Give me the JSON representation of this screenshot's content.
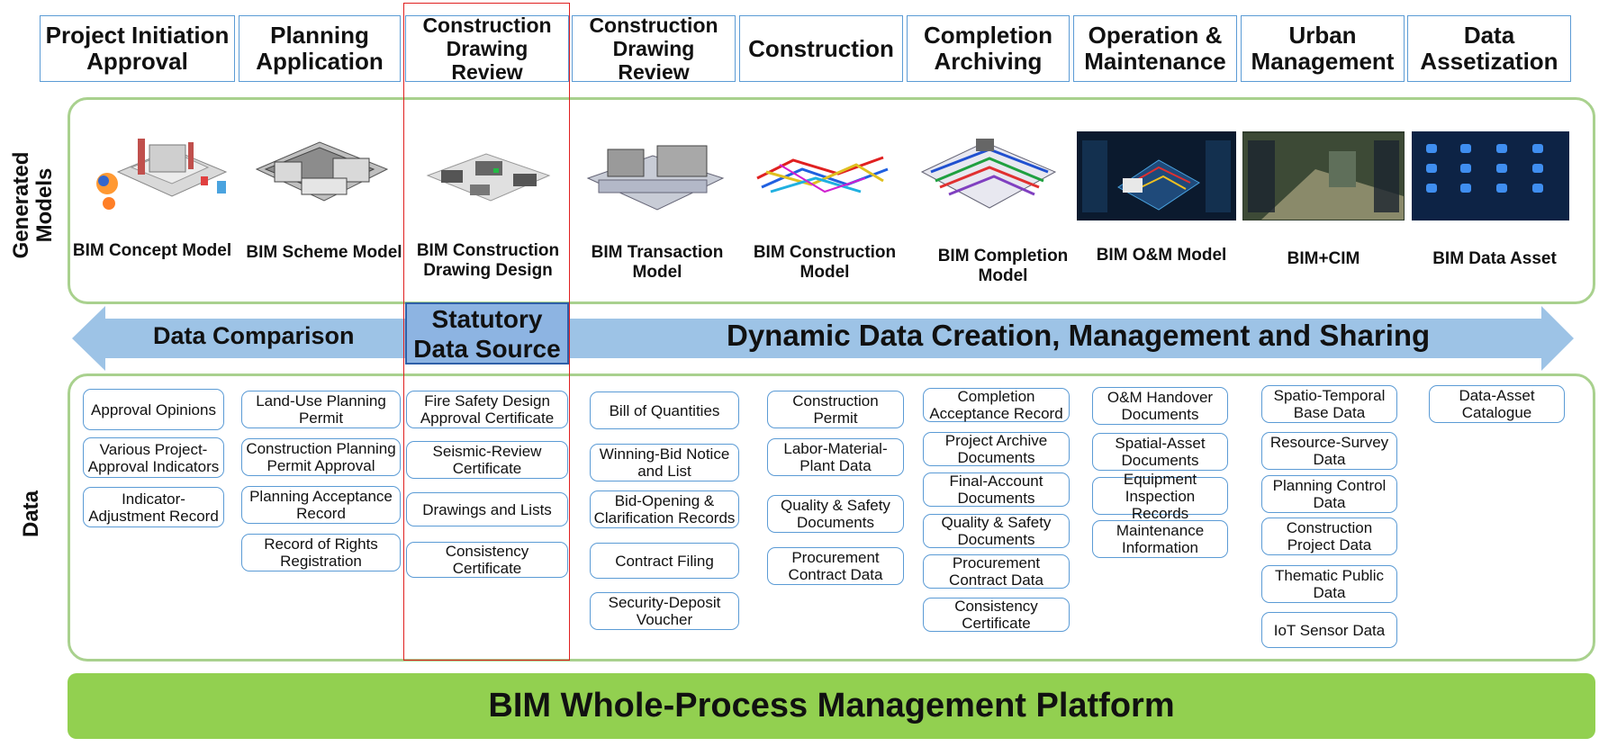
{
  "stages": [
    "Project Initiation Approval",
    "Planning Application",
    "Construction Drawing Review",
    "Construction Drawing Review",
    "Construction",
    "Completion Archiving",
    "Operation & Maintenance",
    "Urban Management",
    "Data Assetization"
  ],
  "row_labels": {
    "models": "Generated Models",
    "data": "Data"
  },
  "models": [
    "BIM Concept Model",
    "BIM Scheme Model",
    "BIM Construction Drawing Design",
    "BIM Transaction Model",
    "BIM Construction Model",
    "BIM Completion Model",
    "BIM O&M Model",
    "BIM+CIM",
    "BIM Data Asset"
  ],
  "arrow": {
    "left_text": "Data Comparison",
    "center_text": "Statutory Data Source",
    "right_text": "Dynamic Data Creation, Management and Sharing"
  },
  "data_columns": [
    [
      "Approval Opinions",
      "Various Project-Approval Indicators",
      "Indicator-Adjustment Record"
    ],
    [
      "Land-Use Planning Permit",
      "Construction Planning Permit Approval",
      "Planning Acceptance Record",
      "Record of Rights Registration"
    ],
    [
      "Fire Safety Design Approval Certificate",
      "Seismic-Review Certificate",
      "Drawings and Lists",
      "Consistency Certificate"
    ],
    [
      "Bill of Quantities",
      "Winning-Bid Notice and List",
      "Bid-Opening & Clarification Records",
      "Contract Filing",
      "Security-Deposit Voucher"
    ],
    [
      "Construction Permit",
      "Labor-Material-Plant Data",
      "Quality & Safety Documents",
      "Procurement Contract Data"
    ],
    [
      "Completion Acceptance Record",
      "Project Archive Documents",
      "Final-Account Documents",
      "Quality & Safety Documents",
      "Procurement Contract Data",
      "Consistency Certificate"
    ],
    [
      "O&M Handover Documents",
      "Spatial-Asset Documents",
      "Equipment Inspection Records",
      "Maintenance Information"
    ],
    [
      "Spatio-Temporal Base Data",
      "Resource-Survey Data",
      "Planning Control Data",
      "Construction Project Data",
      "Thematic Public Data",
      "IoT Sensor Data"
    ],
    [
      "Data-Asset Catalogue"
    ]
  ],
  "platform": "BIM Whole-Process Management Platform",
  "colors": {
    "stage_border": "#5b9bd5",
    "panel_border": "#a9d18e",
    "arrow_fill": "#9dc3e6",
    "highlight_red": "#e02020",
    "platform_fill": "#92d050"
  }
}
